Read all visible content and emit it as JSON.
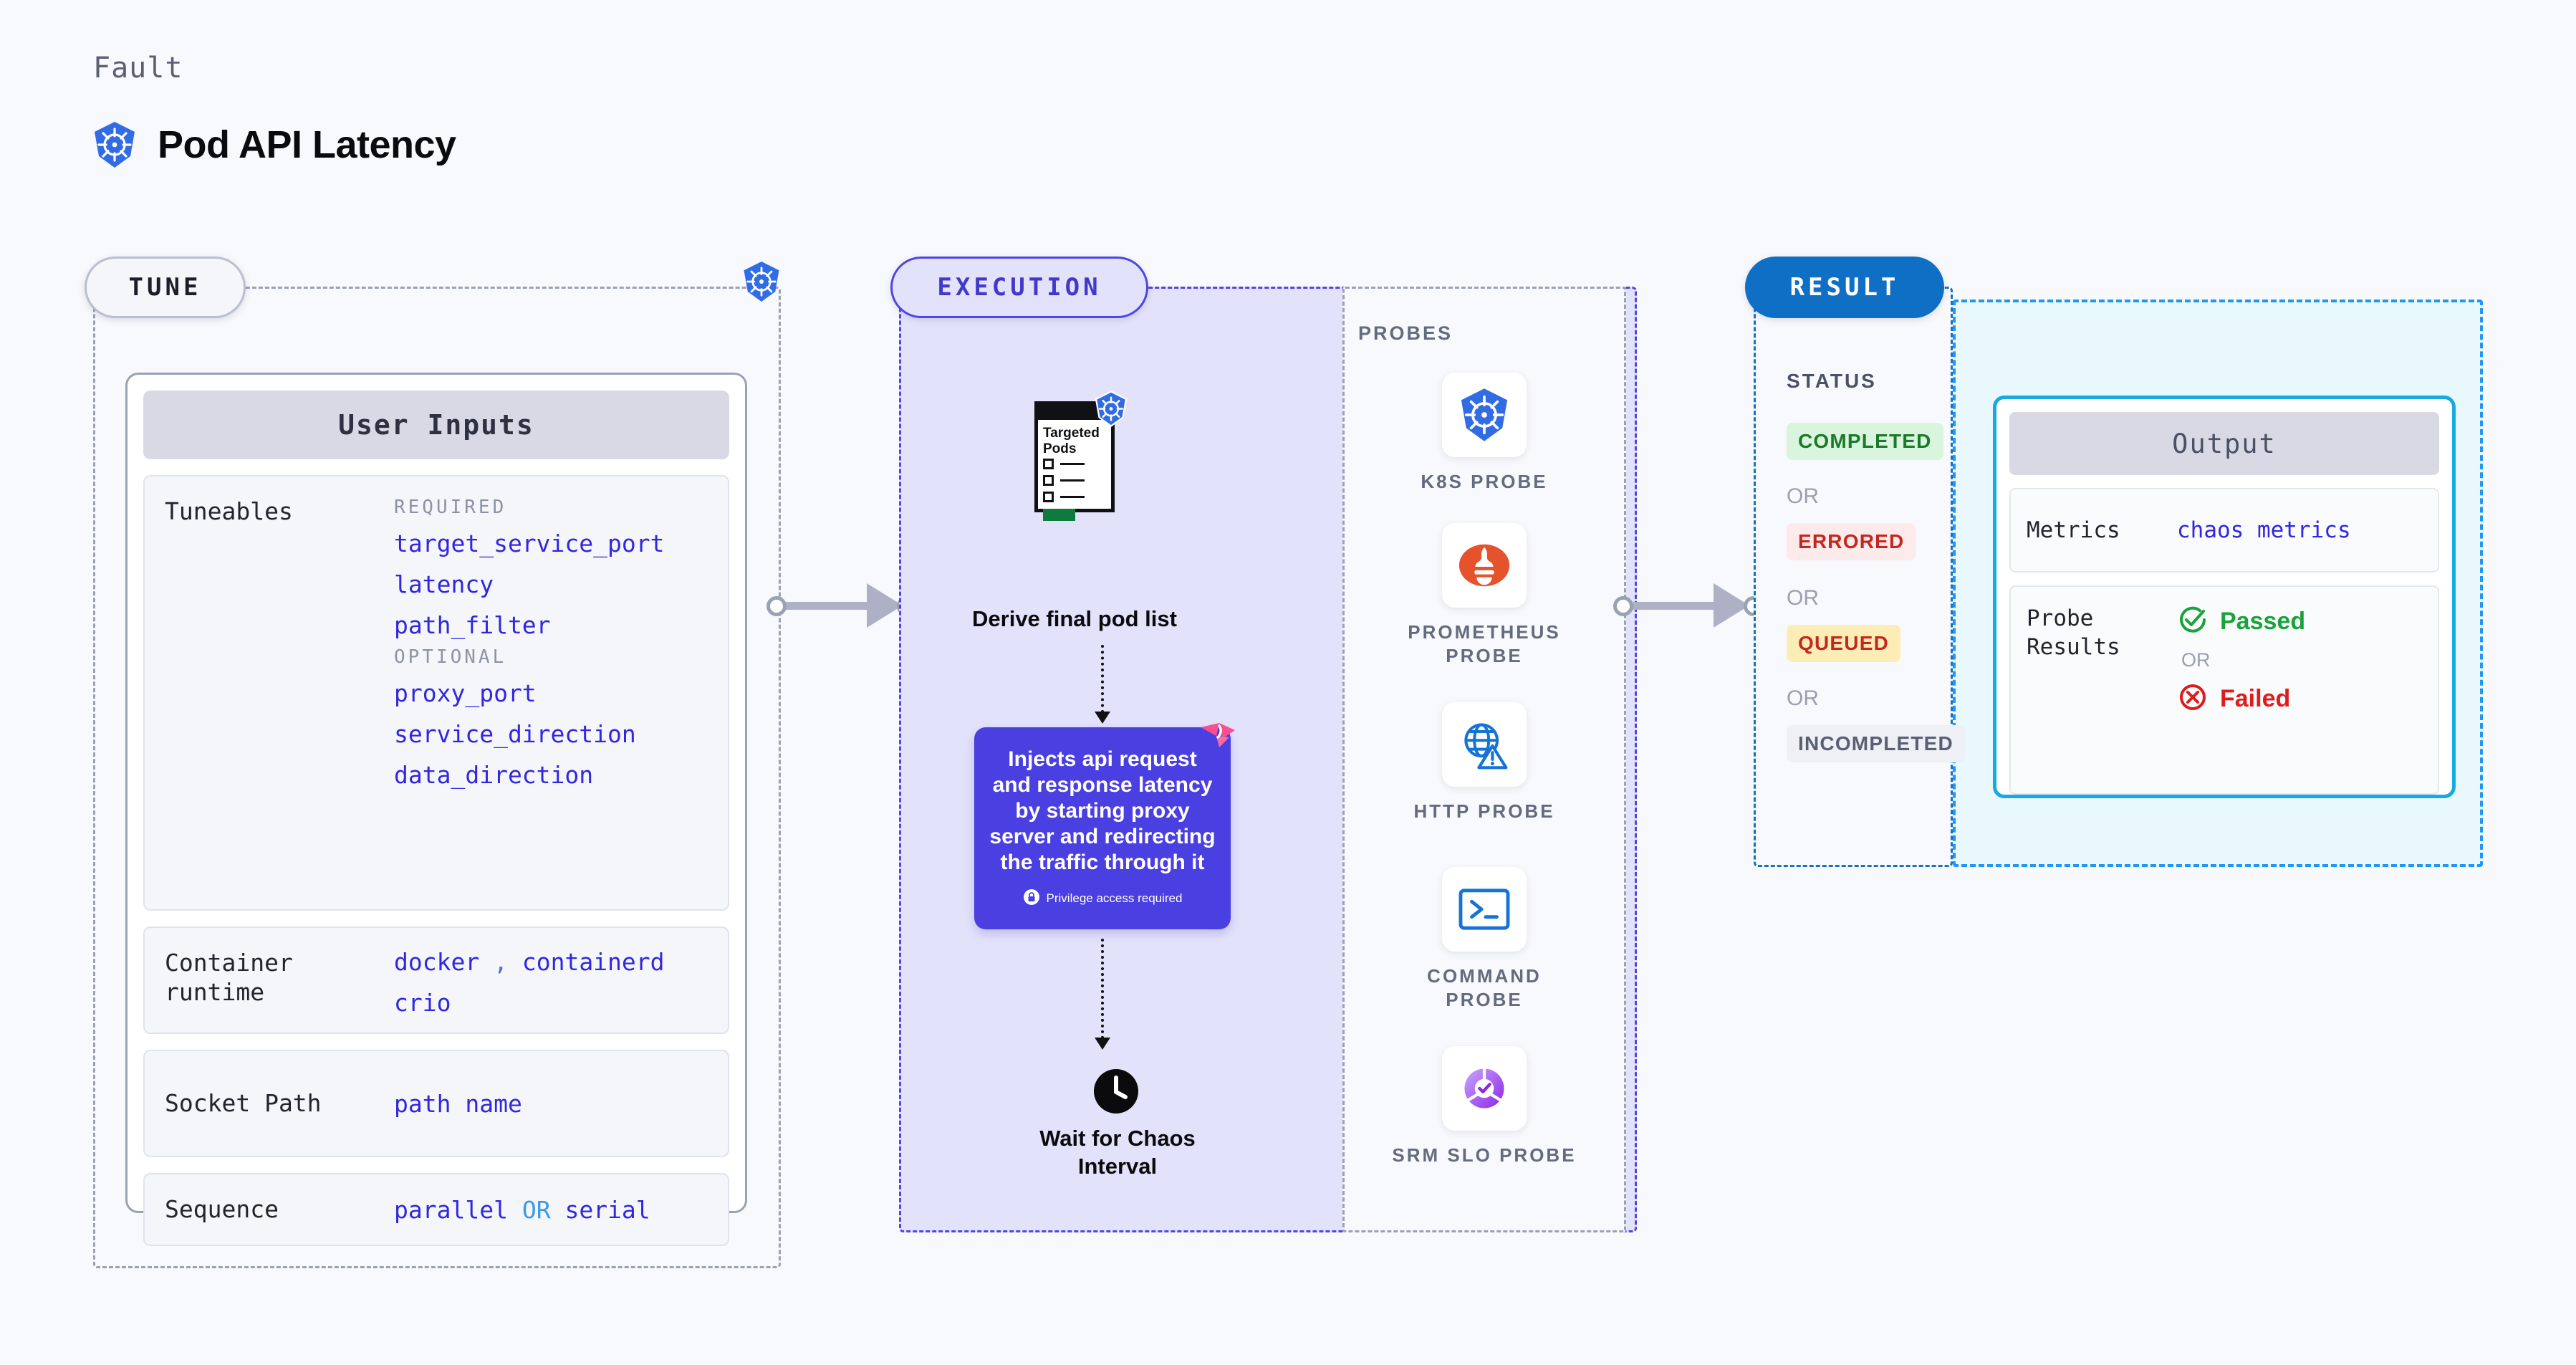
{
  "header": {
    "eyebrow": "Fault",
    "title": "Pod API Latency",
    "logo_icon": "kubernetes-icon"
  },
  "colors": {
    "background": "#f8f9fc",
    "tune_accent": "#b9bfcf",
    "execution_accent": "#4f46e5",
    "result_accent": "#0f6fc5",
    "output_accent": "#17a9e0",
    "mono_value": "#3226e0",
    "inject_box": "#4a3fe0"
  },
  "tune": {
    "pill_label": "TUNE",
    "card_title": "User Inputs",
    "rows": [
      {
        "label": "Tuneables",
        "groups": [
          {
            "heading": "REQUIRED",
            "values": [
              "target_service_port",
              "latency",
              "path_filter"
            ]
          },
          {
            "heading": "OPTIONAL",
            "values": [
              "proxy_port",
              "service_direction",
              "data_direction"
            ]
          }
        ]
      },
      {
        "label": "Container runtime",
        "values_line1": [
          "docker",
          "containerd"
        ],
        "separator": ",",
        "values_line2": [
          "crio"
        ]
      },
      {
        "label": "Socket Path",
        "value": "path name"
      },
      {
        "label": "Sequence",
        "value_a": "parallel",
        "keyword": "OR",
        "value_b": "serial"
      }
    ],
    "edge_icon": "kubernetes-icon"
  },
  "execution": {
    "pill_label": "EXECUTION",
    "steps": [
      {
        "icon": "targeted-pods-document-icon",
        "doc_title": "Targeted Pods",
        "badge_icon": "kubernetes-icon",
        "label": "Derive final pod list"
      },
      {
        "icon": "inject-fault-box",
        "text": "Injects api request and response latency by starting proxy server and redirecting the traffic through it",
        "privilege_note": "Privilege access required",
        "privilege_icon": "lock-icon",
        "corner_icon": "harness-logo-icon"
      },
      {
        "icon": "clock-icon",
        "label": "Wait for Chaos Interval"
      }
    ],
    "probes": {
      "heading": "PROBES",
      "items": [
        {
          "icon": "kubernetes-icon",
          "name": "K8S PROBE"
        },
        {
          "icon": "prometheus-icon",
          "name": "PROMETHEUS PROBE"
        },
        {
          "icon": "http-globe-warning-icon",
          "name": "HTTP PROBE"
        },
        {
          "icon": "terminal-command-icon",
          "name": "COMMAND PROBE"
        },
        {
          "icon": "srm-slo-donut-check-icon",
          "name": "SRM SLO PROBE"
        }
      ]
    }
  },
  "result": {
    "pill_label": "RESULT",
    "status_heading": "STATUS",
    "or_label": "OR",
    "statuses": [
      {
        "label": "COMPLETED",
        "bg": "#d9f5dd",
        "fg": "#1b7a2a"
      },
      {
        "label": "ERRORED",
        "bg": "#fdeaea",
        "fg": "#c4271f"
      },
      {
        "label": "QUEUED",
        "bg": "#fcedb6",
        "fg": "#c4271f"
      },
      {
        "label": "INCOMPLETED",
        "bg": "#eef0f5",
        "fg": "#5a5f73"
      }
    ],
    "output": {
      "title": "Output",
      "metrics_label": "Metrics",
      "metrics_value": "chaos metrics",
      "probe_results_label": "Probe Results",
      "passed_label": "Passed",
      "passed_icon": "check-circle-icon",
      "or_label": "OR",
      "failed_label": "Failed",
      "failed_icon": "x-circle-icon"
    }
  },
  "connectors": {
    "arrow_icon": "arrow-right-icon"
  }
}
